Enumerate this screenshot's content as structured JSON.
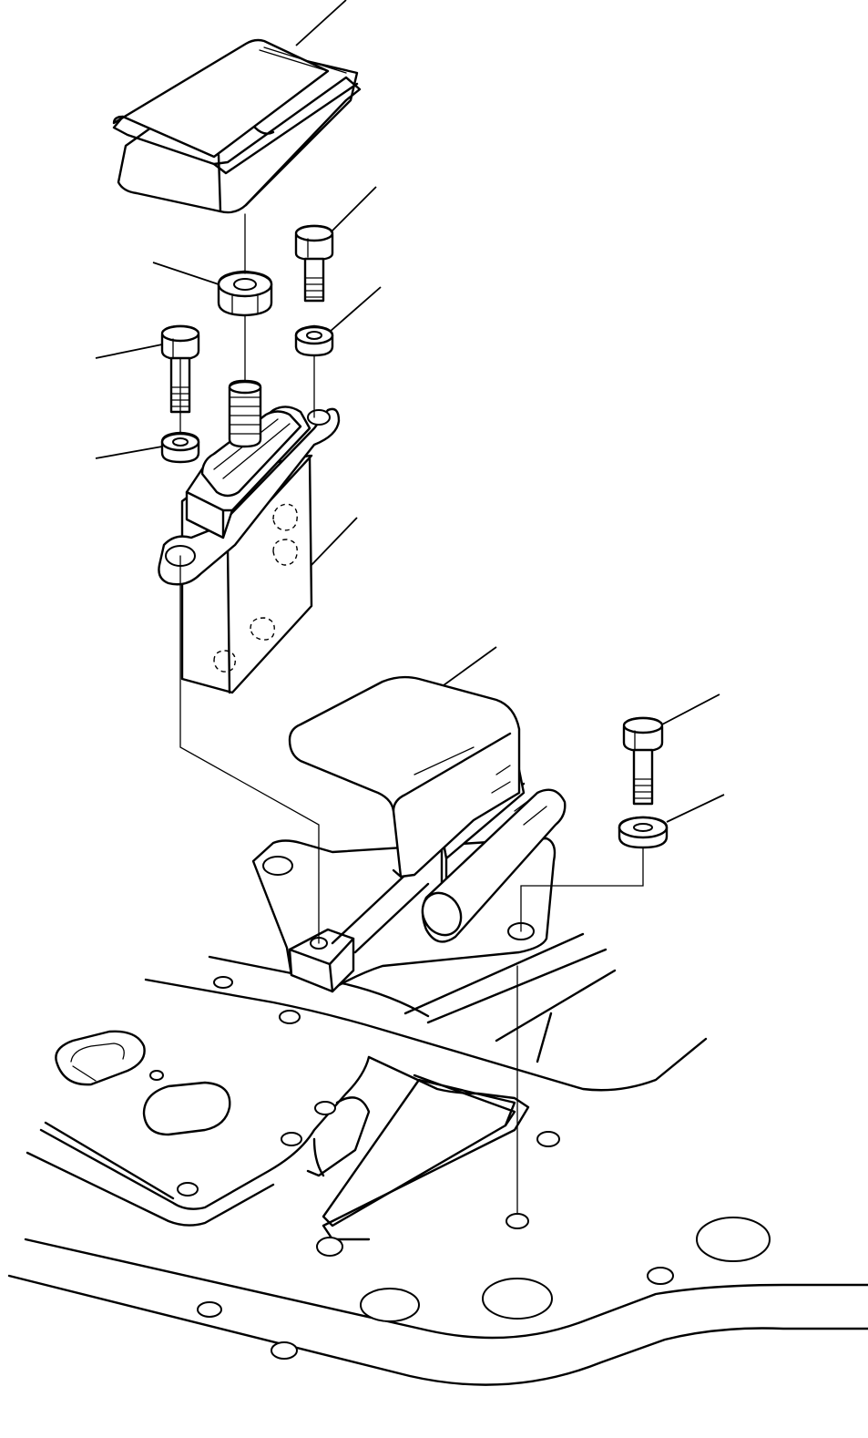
{
  "diagram": {
    "parts": [
      {
        "name": "rain-cover"
      },
      {
        "name": "upper-nut"
      },
      {
        "name": "right-bolt"
      },
      {
        "name": "right-washer"
      },
      {
        "name": "left-bolt"
      },
      {
        "name": "left-washer"
      },
      {
        "name": "switch-block"
      },
      {
        "name": "solenoid-bracket"
      },
      {
        "name": "lower-bolt"
      },
      {
        "name": "lower-washer"
      },
      {
        "name": "base-frame"
      }
    ],
    "line_color": "#000000",
    "background_color": "#ffffff"
  }
}
